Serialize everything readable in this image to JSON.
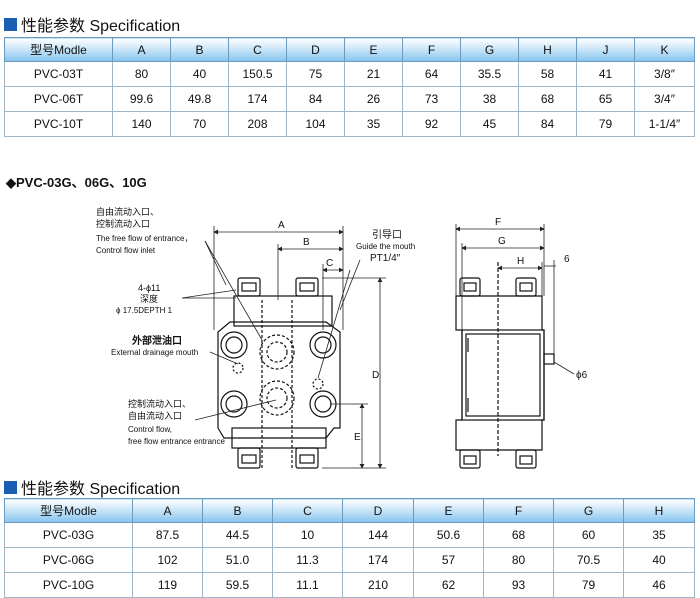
{
  "table1": {
    "heading": "性能参数 Specification",
    "headers": [
      "型号Modle",
      "A",
      "B",
      "C",
      "D",
      "E",
      "F",
      "G",
      "H",
      "J",
      "K"
    ],
    "rows": [
      [
        "PVC-03T",
        "80",
        "40",
        "150.5",
        "75",
        "21",
        "64",
        "35.5",
        "58",
        "41",
        "3/8″"
      ],
      [
        "PVC-06T",
        "99.6",
        "49.8",
        "174",
        "84",
        "26",
        "73",
        "38",
        "68",
        "65",
        "3/4″"
      ],
      [
        "PVC-10T",
        "140",
        "70",
        "208",
        "104",
        "35",
        "92",
        "45",
        "84",
        "79",
        "1-1/4″"
      ]
    ]
  },
  "section_title": "◆PVC-03G、06G、10G",
  "drawing": {
    "free_flow_cn_1": "自由流动入口、",
    "free_flow_cn_2": "控制流动入口",
    "free_flow_en_1": "The free flow of entrance，",
    "free_flow_en_2": "Control flow inlet",
    "hole_spec": "4-ϕ11",
    "depth_cn": "深度",
    "depth_en": "ϕ 17.5DEPTH 1",
    "drain_cn": "外部泄油口",
    "drain_en": "External drainage mouth",
    "control_cn_1": "控制流动入口、",
    "control_cn_2": "自由流动入口",
    "control_en_1": "Control flow,",
    "control_en_2": "free flow entrance entrance",
    "guide_cn": "引导口",
    "guide_en": "Guide the mouth",
    "guide_thread": "PT1/4″",
    "dim_a": "A",
    "dim_b": "B",
    "dim_c": "C",
    "dim_d": "D",
    "dim_e": "E",
    "dim_f": "F",
    "dim_g": "G",
    "dim_h": "H",
    "dim_6": "6",
    "dim_phi6": "ϕ6"
  },
  "table2": {
    "heading": "性能参数 Specification",
    "headers": [
      "型号Modle",
      "A",
      "B",
      "C",
      "D",
      "E",
      "F",
      "G",
      "H"
    ],
    "rows": [
      [
        "PVC-03G",
        "87.5",
        "44.5",
        "10",
        "144",
        "50.6",
        "68",
        "60",
        "35"
      ],
      [
        "PVC-06G",
        "102",
        "51.0",
        "11.3",
        "174",
        "57",
        "80",
        "70.5",
        "40"
      ],
      [
        "PVC-10G",
        "119",
        "59.5",
        "11.1",
        "210",
        "62",
        "93",
        "79",
        "46"
      ]
    ]
  }
}
